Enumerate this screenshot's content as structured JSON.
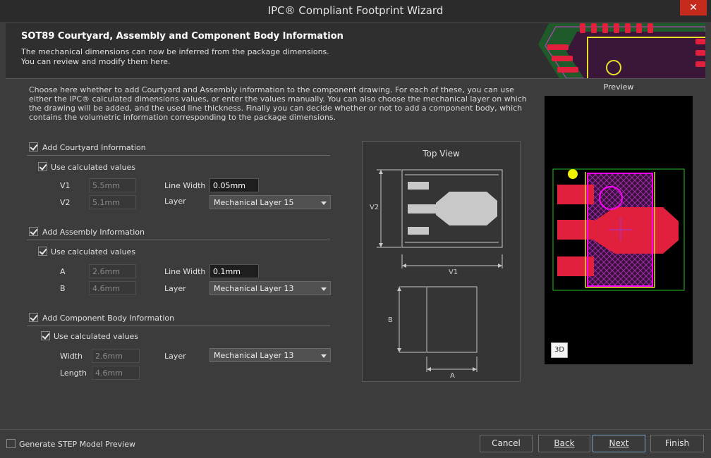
{
  "window": {
    "title": "IPC® Compliant Footprint Wizard",
    "close_label": "✕"
  },
  "header": {
    "title": "SOT89 Courtyard, Assembly and Component Body Information",
    "line1": "The mechanical dimensions can now be inferred from the package dimensions.",
    "line2": "You can review and modify them here."
  },
  "intro": "Choose here whether to add Courtyard and Assembly information to the component drawing. For each of these, you can use either the IPC® calculated dimensions values, or enter the values manually. You can also choose the mechanical layer on which the drawing will be added, and the used line thickness. Finally you can decide whether or not to add a component body, which contains the volumetric information corresponding to the package dimensions.",
  "courtyard": {
    "title": "Add Courtyard Information",
    "use_calc": "Use calculated values",
    "v1_label": "V1",
    "v1_value": "5.5mm",
    "v2_label": "V2",
    "v2_value": "5.1mm",
    "lw_label": "Line Width",
    "lw_value": "0.05mm",
    "layer_label": "Layer",
    "layer_value": "Mechanical Layer 15"
  },
  "assembly": {
    "title": "Add Assembly Information",
    "use_calc": "Use calculated values",
    "a_label": "A",
    "a_value": "2.6mm",
    "b_label": "B",
    "b_value": "4.6mm",
    "lw_label": "Line Width",
    "lw_value": "0.1mm",
    "layer_label": "Layer",
    "layer_value": "Mechanical Layer 13"
  },
  "body": {
    "title": "Add Component Body Information",
    "use_calc": "Use calculated values",
    "width_label": "Width",
    "width_value": "2.6mm",
    "length_label": "Length",
    "length_value": "4.6mm",
    "layer_label": "Layer",
    "layer_value": "Mechanical Layer 13"
  },
  "topview": {
    "title": "Top View",
    "v1": "V1",
    "v2": "V2",
    "a": "A",
    "b": "B"
  },
  "preview": {
    "title": "Preview",
    "btn_3d": "3D"
  },
  "footer": {
    "step_label": "Generate STEP Model Preview",
    "cancel": "Cancel",
    "back": "Back",
    "next": "Next",
    "finish": "Finish"
  }
}
